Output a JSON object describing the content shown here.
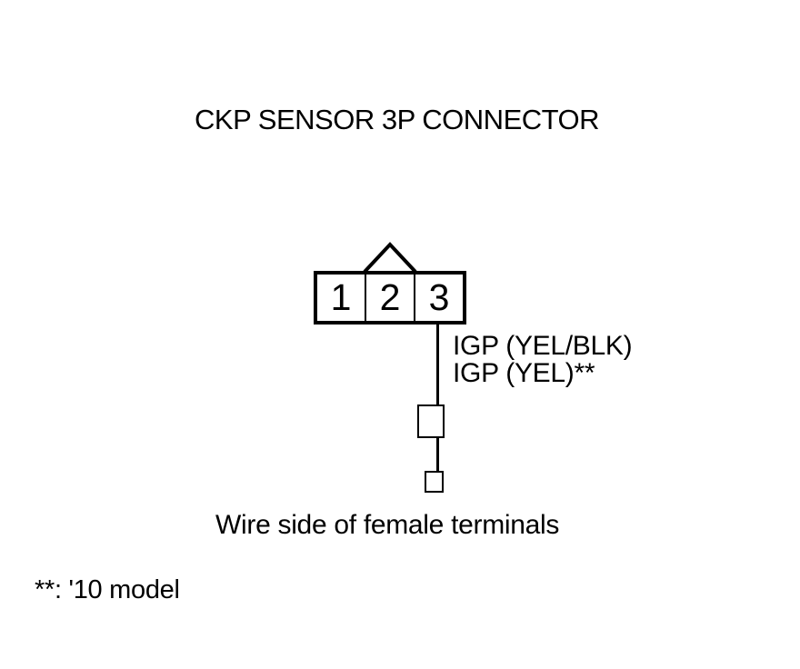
{
  "colors": {
    "ink": "#000000",
    "background": "#ffffff"
  },
  "diagram": {
    "title": "CKP SENSOR 3P CONNECTOR",
    "connector": {
      "pins": [
        "1",
        "2",
        "3"
      ],
      "wire": {
        "from_pin": "3",
        "labels": [
          "IGP (YEL/BLK)",
          "IGP (YEL)**"
        ]
      }
    },
    "caption": "Wire side of female terminals",
    "footnote": "**: '10 model"
  }
}
